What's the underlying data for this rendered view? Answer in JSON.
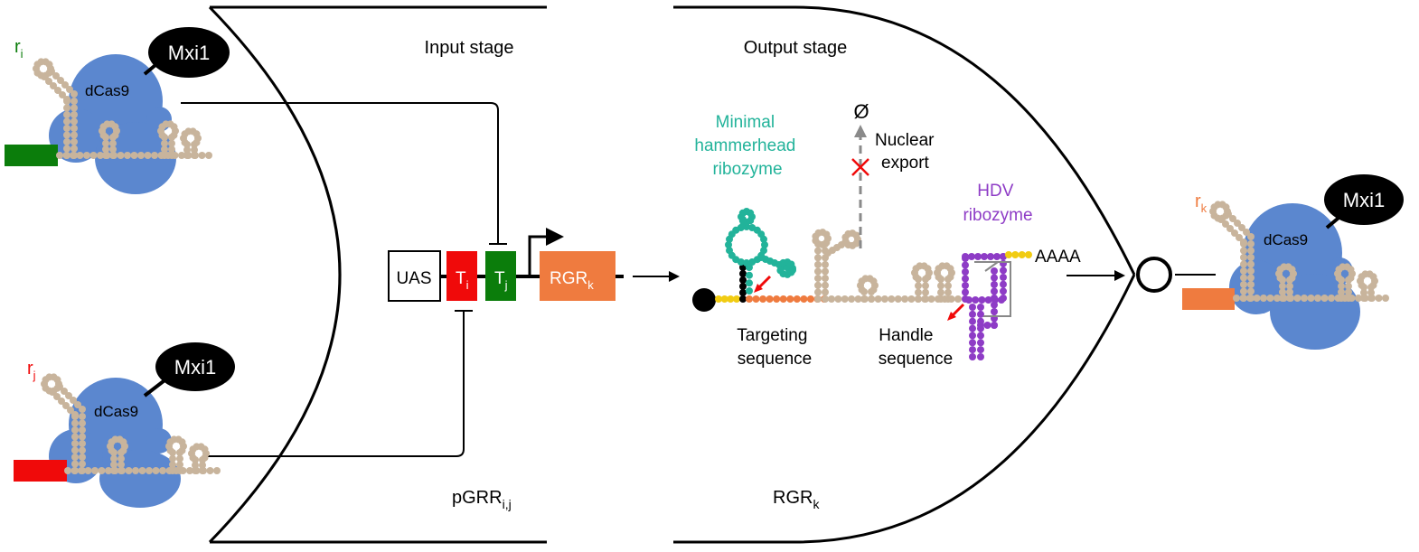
{
  "colors": {
    "dcas9": "#5b87cf",
    "rna": "#c8b49c",
    "green": "#0b7d0b",
    "red": "#f00a0a",
    "orange": "#ef7b3f",
    "teal": "#22b39a",
    "purple": "#8e3cc6",
    "yellow": "#f1cc12",
    "arrow_gray": "#8a8a8a"
  },
  "icons": {
    "degradation": "empty-set-icon",
    "blocked": "red-x-icon",
    "cleavage": "red-arrow-icon",
    "promoter": "bent-arrow-icon",
    "cap": "black-cap-icon"
  },
  "stages": {
    "input": {
      "title": "Input stage",
      "bottom_base": "pGRR",
      "bottom_sub": "i,j"
    },
    "output": {
      "title": "Output stage",
      "bottom_base": "RGR",
      "bottom_sub": "k"
    }
  },
  "inputs": {
    "ri": {
      "base": "r",
      "sub": "i",
      "protein": "dCas9",
      "domain": "Mxi1"
    },
    "rj": {
      "base": "r",
      "sub": "j",
      "protein": "dCas9",
      "domain": "Mxi1"
    }
  },
  "output_complex": {
    "base": "r",
    "sub": "k",
    "protein": "dCas9",
    "domain": "Mxi1"
  },
  "construct": {
    "uas": "UAS",
    "ti_base": "T",
    "ti_sub": "i",
    "tj_base": "T",
    "tj_sub": "j",
    "rgr_base": "RGR",
    "rgr_sub": "k"
  },
  "transcript": {
    "hammerhead": [
      "Minimal",
      "hammerhead",
      "ribozyme"
    ],
    "hdv": [
      "HDV",
      "ribozyme"
    ],
    "nuclear_export": [
      "Nuclear",
      "export"
    ],
    "empty_set": "Ø",
    "polya": "AAAA",
    "targeting": [
      "Targeting",
      "sequence"
    ],
    "handle": [
      "Handle",
      "sequence"
    ]
  }
}
